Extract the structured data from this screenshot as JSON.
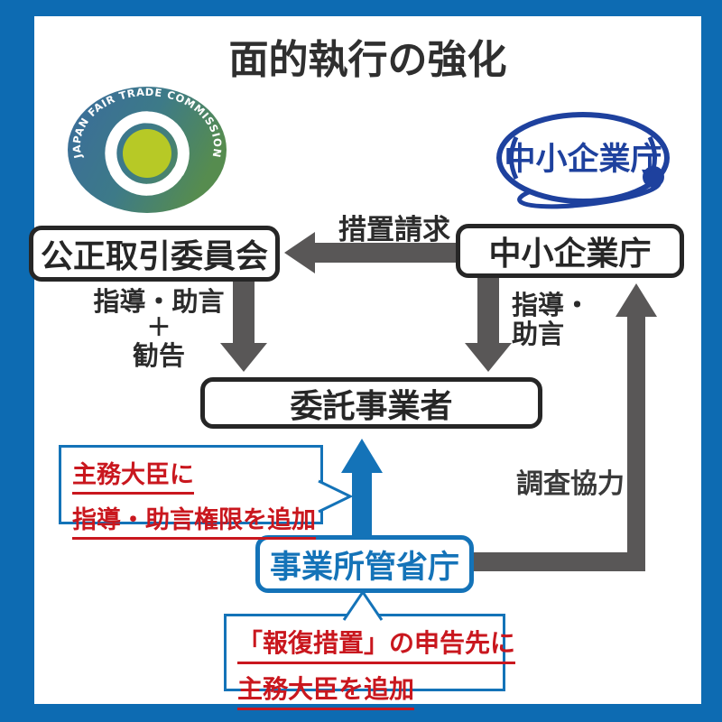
{
  "title": "面的執行の強化",
  "colors": {
    "frame_blue": "#0d6bb2",
    "diagram_blue": "#1473b8",
    "arrow_gray": "#595757",
    "red": "#c9171e",
    "box_border_black": "#262626",
    "jftc_logo_blue": "#3a6b9c",
    "jftc_logo_green": "#568c4f",
    "jftc_center_green": "#b7c926",
    "sme_logo_blue": "#1e419e"
  },
  "logos": {
    "jftc": {
      "arc_text": "JAPAN FAIR TRADE COMMISSION"
    },
    "sme": {
      "label": "中小企業庁"
    }
  },
  "boxes": {
    "jftc": "公正取引委員会",
    "sme": "中小企業庁",
    "contractor": "委託事業者",
    "ministry": "事業所管省庁"
  },
  "arrow_labels": {
    "measure_request": "措置請求",
    "guidance_left": [
      "指導・助言",
      "＋",
      "勧告"
    ],
    "guidance_right": [
      "指導・",
      "助言"
    ],
    "investigation_cooperation": "調査協力"
  },
  "callouts": {
    "left": [
      "主務大臣に",
      "指導・助言権限を追加"
    ],
    "bottom": [
      "「報復措置」の申告先に",
      "主務大臣を追加"
    ]
  }
}
